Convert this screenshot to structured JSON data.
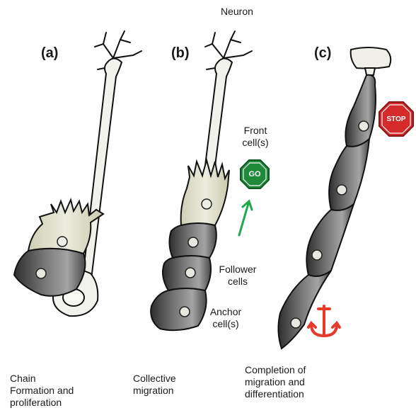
{
  "panels": [
    {
      "letter": "(a)",
      "caption": [
        "Chain",
        "Formation and",
        "proliferation"
      ]
    },
    {
      "letter": "(b)",
      "caption": [
        "Collective",
        "migration"
      ]
    },
    {
      "letter": "(c)",
      "caption": [
        "Completion of",
        "migration and",
        "differentiation"
      ]
    }
  ],
  "labels": {
    "neuron": "Neuron",
    "front_cells": [
      "Front",
      "cell(s)"
    ],
    "follower_cells": [
      "Follower",
      "cells"
    ],
    "anchor_cells": [
      "Anchor",
      "cell(s)"
    ]
  },
  "signs": {
    "go": "GO",
    "stop": "STOP",
    "anchor_icon": "anchor-icon"
  },
  "colors": {
    "go_sign": "#1e8a3a",
    "arrow": "#1fa84a",
    "stop_sign": "#d42a2a",
    "anchor": "#e83a2a",
    "dark_cell": "#5e5e5e",
    "front_cell": "#e6e6cf",
    "neuron_fill": "#f2f2ec"
  }
}
